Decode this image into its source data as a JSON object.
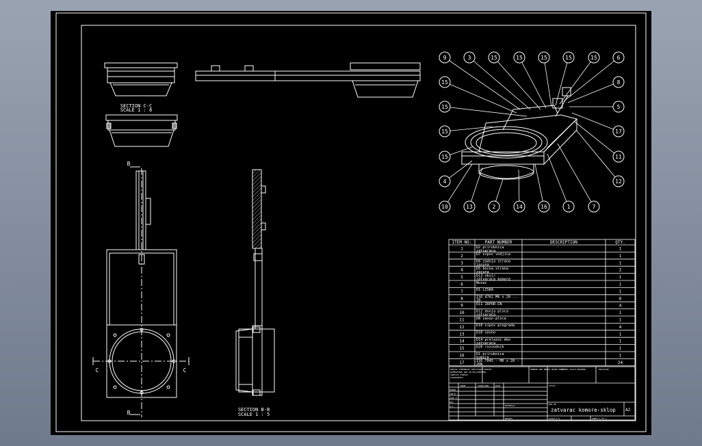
{
  "views": {
    "section_c": {
      "title": "SECTION C-C",
      "scale": "SCALE 1 : 8"
    },
    "section_b": {
      "title": "SECTION B-B",
      "scale": "SCALE 1 : 5"
    },
    "markers": {
      "b": "B",
      "c": "C"
    }
  },
  "balloons": [
    "9",
    "3",
    "15",
    "15",
    "15",
    "15",
    "15",
    "6",
    "15",
    "8",
    "15",
    "5",
    "15",
    "17",
    "15",
    "11",
    "4",
    "12",
    "10",
    "13",
    "2",
    "14",
    "16",
    "1",
    "7"
  ],
  "bom": {
    "headers": [
      "ITEM NO.",
      "PART NUMBER",
      "DESCRIPTION",
      "QTY."
    ],
    "rows": [
      {
        "item": "1",
        "part1": "D2 prirubnica",
        "part2": "zatvaraca",
        "qty": "1"
      },
      {
        "item": "2",
        "part1": "D7 sipos vodjica",
        "part2": "",
        "qty": "1"
      },
      {
        "item": "3",
        "part1": "D6 zadnja strana",
        "part2": "zasuna",
        "qty": "1"
      },
      {
        "item": "4",
        "part1": "D5 bocna strana",
        "part2": "zasuna",
        "qty": "2"
      },
      {
        "item": "5",
        "part1": "D13 okvir",
        "part2": "zatvaraca komore",
        "qty": "1"
      },
      {
        "item": "6",
        "part1": "Nosac",
        "part2": "",
        "qty": "1"
      },
      {
        "item": "7",
        "part1": "D1 LISKA",
        "part2": "",
        "qty": "1"
      },
      {
        "item": "8",
        "part1": "ISO 4762 M6 x 20 ---",
        "part2": "20",
        "qty": "6"
      },
      {
        "item": "9",
        "part1": "D11 ZAPOR-CN",
        "part2": "",
        "qty": "4"
      },
      {
        "item": "10",
        "part1": "D12 donja ploca",
        "part2": "zatvaraca",
        "qty": "1"
      },
      {
        "item": "11",
        "part1": "D8 zasun ploca",
        "part2": "",
        "qty": "1"
      },
      {
        "item": "12",
        "part1": "D10 sipos pregrada",
        "part2": "",
        "qty": "4"
      },
      {
        "item": "13",
        "part1": "D10 sevno",
        "part2": "",
        "qty": "1"
      },
      {
        "item": "14",
        "part1": "D14 prelazni deo",
        "part2": "zatvaraca",
        "qty": "1"
      },
      {
        "item": "15",
        "part1": "D20 rozvodnik",
        "part2": "",
        "qty": "1"
      },
      {
        "item": "16",
        "part1": "D1 prirubnica",
        "part2": "komore",
        "qty": "1"
      },
      {
        "item": "17",
        "part1": "ISO 7045 - M6 x 20 -",
        "part2": "20N",
        "qty": "24"
      }
    ]
  },
  "title_block": {
    "drawing_title": "zatvarac komore-sklop",
    "sheet_size": "A2",
    "sheet": "SHEET 1 OF 1",
    "scale": "SCALE:1:1",
    "name_col": "NAME",
    "sig_col": "SIGNATURE",
    "date_col": "DATE",
    "title_label": "TITLE:",
    "material_label": "MATERIAL:",
    "weight_label": "WEIGHT:",
    "dwg_label": "DWG NO.",
    "rows": [
      "DRAWN",
      "CHK'D",
      "APPV'D",
      "MFG",
      "Q.A"
    ],
    "note1": "UNLESS OTHERWISE SPECIFIED:",
    "note2": "DIMENSIONS ARE IN MILLIMETERS",
    "note3": "SURFACE FINISH:",
    "note4": "TOLERANCES:",
    "finish": "FINISH:",
    "deburr": "DEBURR AND BREAK SHARP EDGES",
    "revision": "DO NOT SCALE DRAWING",
    "rev": "REVISION"
  }
}
